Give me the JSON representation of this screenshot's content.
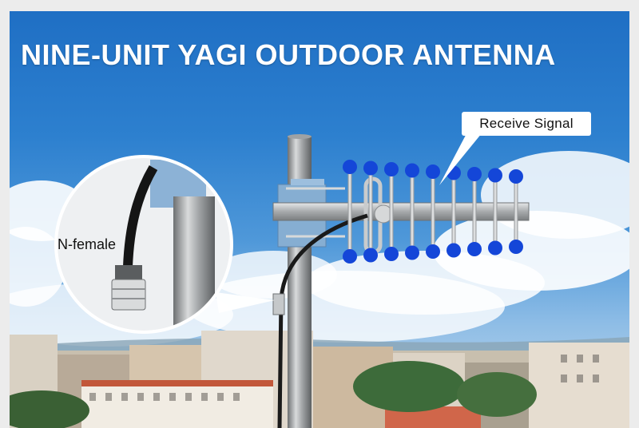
{
  "headline": "NINE-UNIT YAGI OUTDOOR ANTENNA",
  "callout": {
    "text": "Receive Signal"
  },
  "inset": {
    "label": "N-female"
  },
  "colors": {
    "sky_top": "#1f6fc4",
    "sky_bottom": "#c9dcec",
    "element_tip": "#1446d8",
    "boom": "#b9bcbe",
    "bracket": "#86aed2",
    "text_light": "#ffffff"
  },
  "antenna": {
    "element_count": 9
  }
}
